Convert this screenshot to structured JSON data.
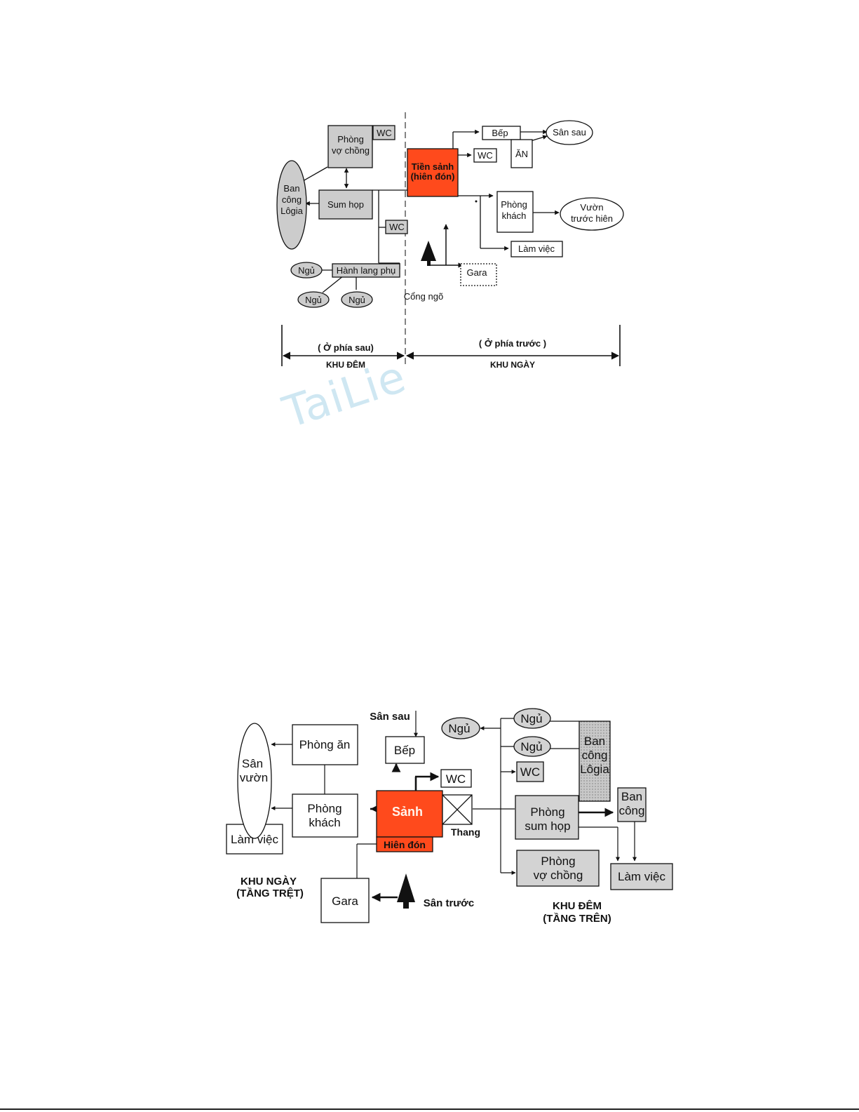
{
  "watermark": "TaiLie",
  "diagram1": {
    "phong_vo_chong": [
      "Phòng",
      "vợ chồng"
    ],
    "wc_top": "WC",
    "ban_cong": [
      "Ban",
      "công",
      "Lôgia"
    ],
    "sum_hop": "Sum họp",
    "wc_mid": "WC",
    "ngu_1": "Ngủ",
    "hanh_lang_phu": "Hành lang phụ",
    "ngu_2": "Ngủ",
    "ngu_3": "Ngủ",
    "tien_sanh": [
      "Tiền sảnh",
      "(hiên đón)"
    ],
    "wc_right": "WC",
    "bep": "Bếp",
    "an": "ĂN",
    "san_sau": "Sân sau",
    "phong_khach": [
      "Phòng",
      "khách"
    ],
    "vuon": [
      "Vườn",
      "trước hiên"
    ],
    "lam_viec": "Làm việc",
    "gara": "Gara",
    "cong_ngo": "Cổng ngõ",
    "o_phia_sau": "( Ở phía sau)",
    "khu_dem": "KHU ĐÊM",
    "o_phia_truoc": "( Ở phía trước )",
    "khu_ngay": "KHU NGÀY",
    "colors": {
      "accent": "#ff4a1c",
      "gray": "#cccccc"
    }
  },
  "diagram2": {
    "san_sau": "Sân sau",
    "bep": "Bếp",
    "wc_bep": "WC",
    "phong_an": "Phòng ăn",
    "san_vuon": [
      "Sân",
      "vườn"
    ],
    "phong_khach": [
      "Phòng",
      "khách"
    ],
    "lam_viec_left": "Làm việc",
    "sanh": "Sảnh",
    "hien_don": "Hiên đón",
    "thang": "Thang",
    "gara": "Gara",
    "san_truoc": "Sân trước",
    "khu_ngay": [
      "KHU NGÀY",
      "(TẦNG TRỆT)"
    ],
    "ngu_left": "Ngủ",
    "ngu_top": "Ngủ",
    "ngu_mid": "Ngủ",
    "wc_upper": "WC",
    "ban_cong_logia": [
      "Ban",
      "công",
      "Lôgia"
    ],
    "phong_sum_hop": [
      "Phòng",
      "sum họp"
    ],
    "ban_cong_small": [
      "Ban",
      "công"
    ],
    "phong_vo_chong": [
      "Phòng",
      "vợ chồng"
    ],
    "lam_viec_right": "Làm việc",
    "khu_dem": [
      "KHU ĐÊM",
      "(TẦNG TRÊN)"
    ],
    "colors": {
      "accent": "#ff4a1c",
      "gray": "#d3d3d3"
    }
  }
}
